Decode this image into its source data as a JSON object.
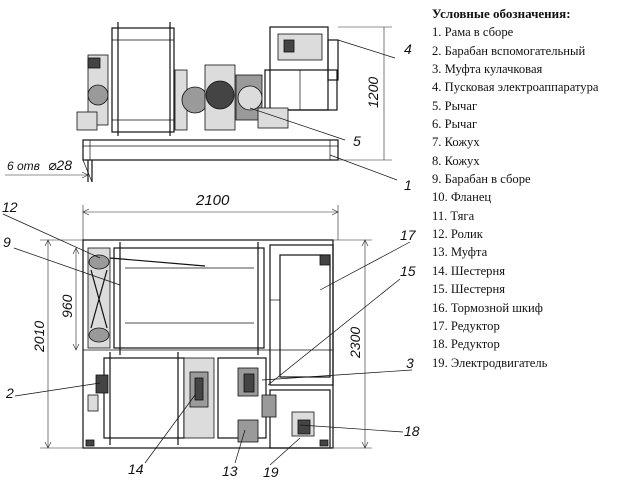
{
  "legend": {
    "title": "Условные обозначения:",
    "items": [
      "1. Рама в сборе",
      "2. Барабан вспомогательный",
      "3. Муфта кулачковая",
      "4. Пусковая электроаппаратура",
      "5. Рычаг",
      "6. Рычаг",
      "7. Кожух",
      "8. Кожух",
      "9. Барабан в сборе",
      "10. Фланец",
      "11. Тяга",
      "12. Ролик",
      "13. Муфта",
      "14. Шестерня",
      "15. Шестерня",
      "16. Тормозной шкиф",
      "17. Редуктор",
      "18. Редуктор",
      "19. Электродвигатель"
    ]
  },
  "dimensions": {
    "height_top": "1200",
    "holes": "6 отв",
    "hole_diameter": "⌀28",
    "width": "2100",
    "depth": "2010",
    "drum_span": "960",
    "depth_total": "2300"
  },
  "callouts": {
    "c1": "1",
    "c2": "2",
    "c3": "3",
    "c4": "4",
    "c5": "5",
    "c9": "9",
    "c12": "12",
    "c13": "13",
    "c14": "14",
    "c15": "15",
    "c17": "17",
    "c18": "18",
    "c19": "19"
  }
}
